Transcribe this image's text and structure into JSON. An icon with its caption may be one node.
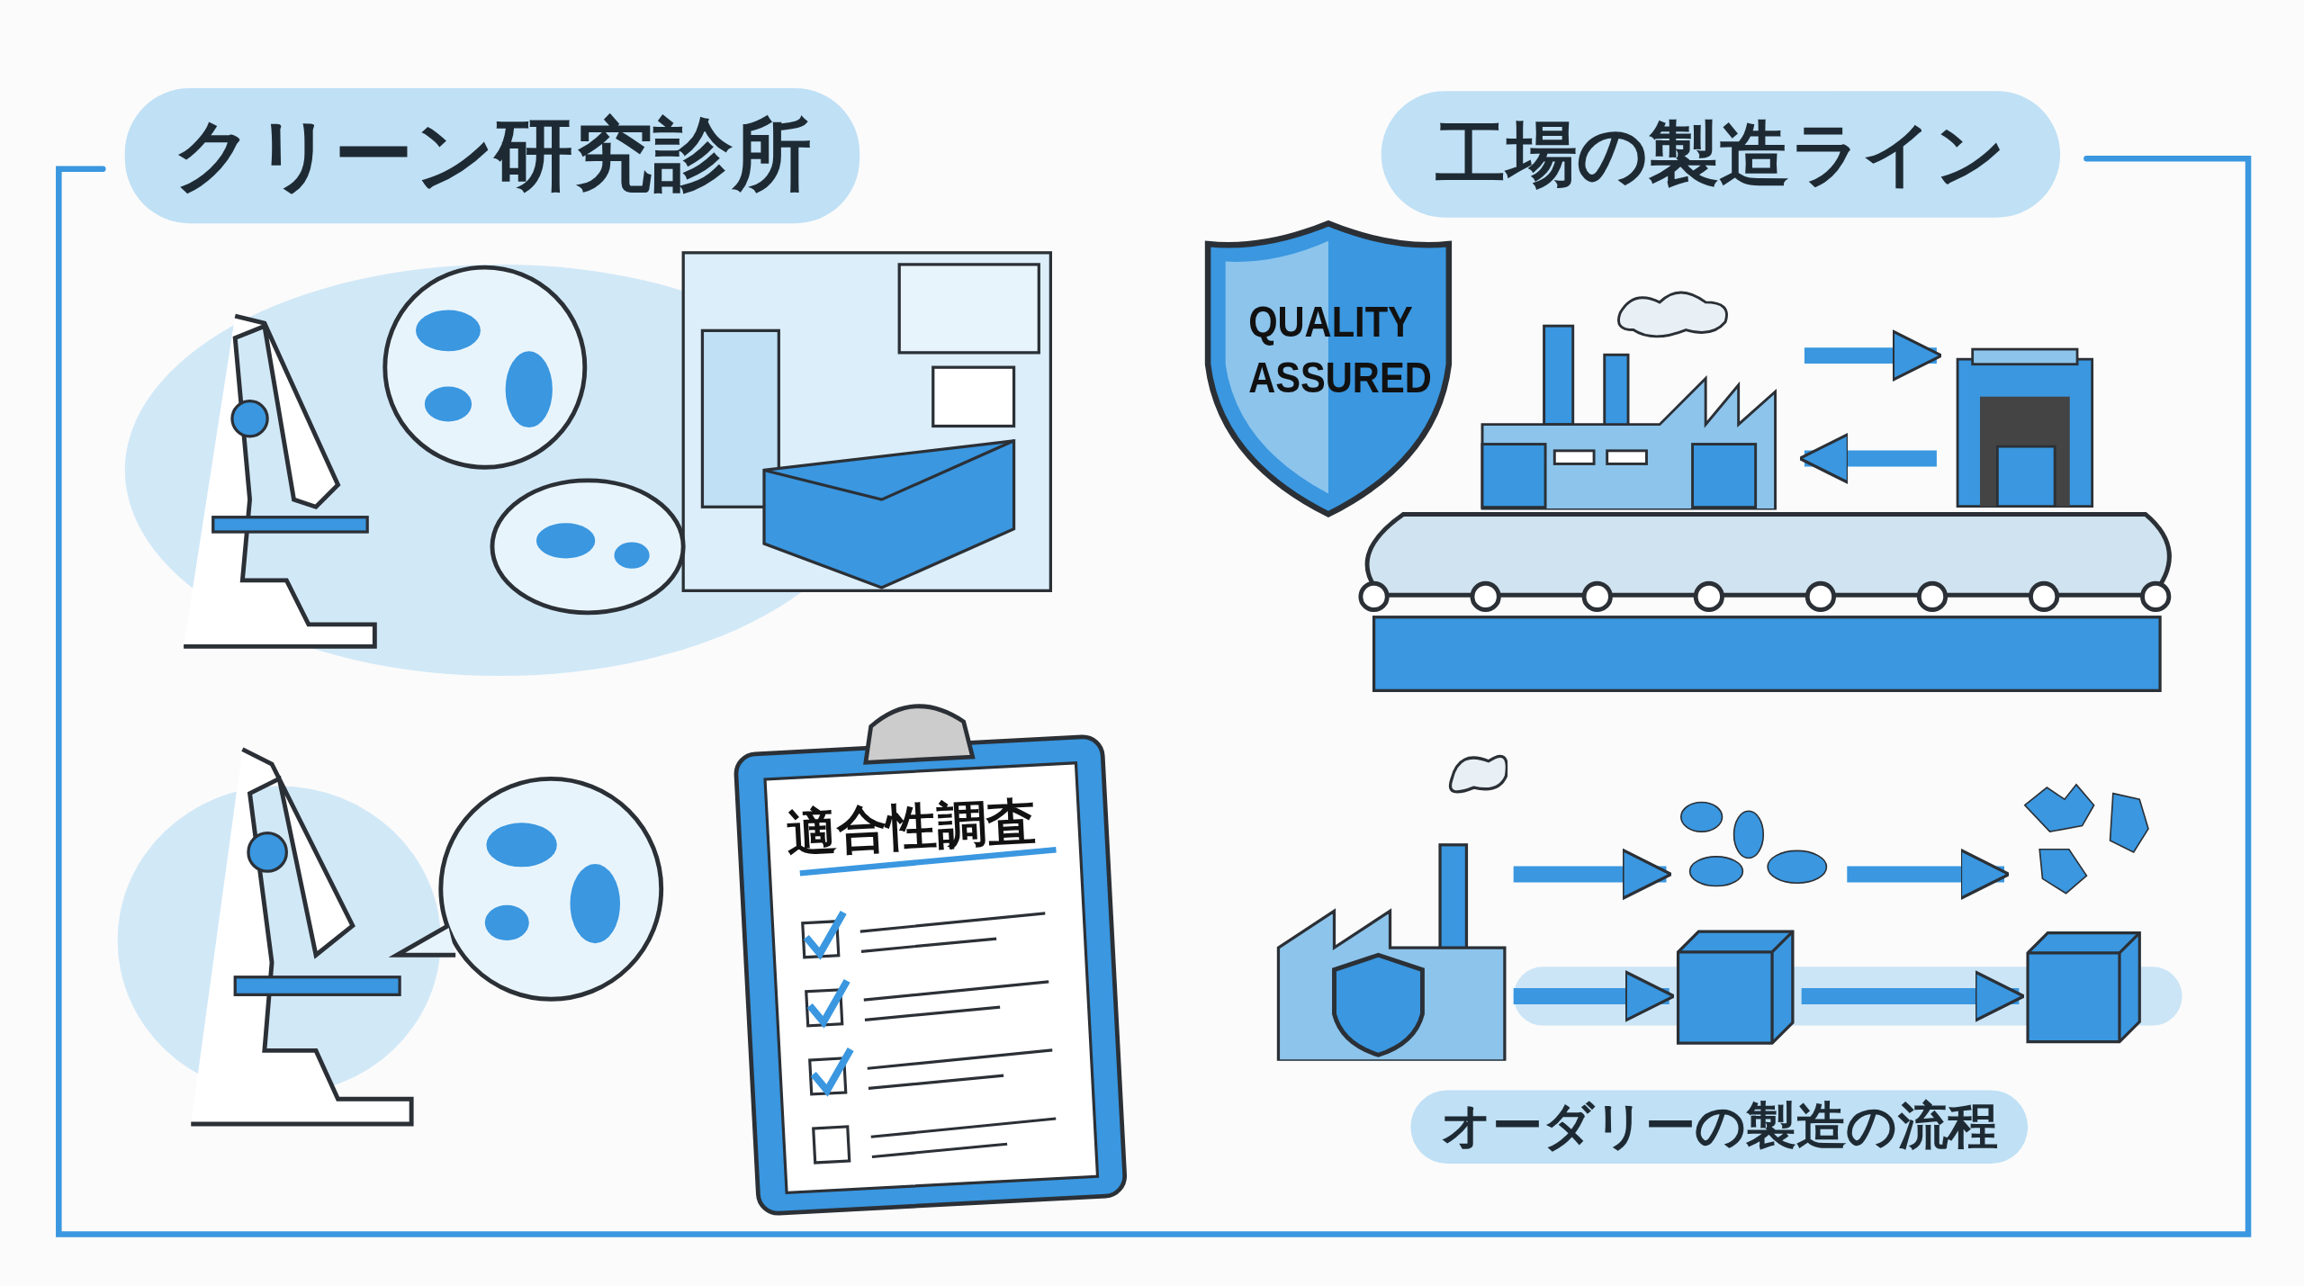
{
  "diagram": {
    "nodes": [
      {
        "text": [
          "クリーン研究診所"
        ]
      },
      {
        "text": [
          "工場の製造ライン"
        ]
      },
      {
        "text": [
          "QUALITY ASSURED"
        ]
      },
      {
        "text": [
          "適合性調査"
        ]
      },
      {
        "text": [
          "オーダリーの製造の流程"
        ]
      },
      {
        "text": [],
        "shape": "picture"
      },
      {
        "text": [],
        "shape": "picture"
      },
      {
        "text": [],
        "shape": "picture"
      },
      {
        "text": [],
        "shape": "picture"
      },
      {
        "text": [],
        "shape": "picture"
      },
      {
        "text": [],
        "shape": "box"
      },
      {
        "text": [],
        "shape": "box"
      }
    ],
    "edges": [
      {
        "from": 5,
        "to": 6,
        "arrow": "to"
      },
      {
        "from": 6,
        "to": 5,
        "arrow": "to"
      },
      {
        "from": 7,
        "to": 8,
        "arrow": "to"
      },
      {
        "from": 8,
        "to": 9,
        "arrow": "to"
      },
      {
        "from": 7,
        "to": 10,
        "arrow": "to"
      },
      {
        "from": 10,
        "to": 11,
        "arrow": "to"
      }
    ]
  }
}
